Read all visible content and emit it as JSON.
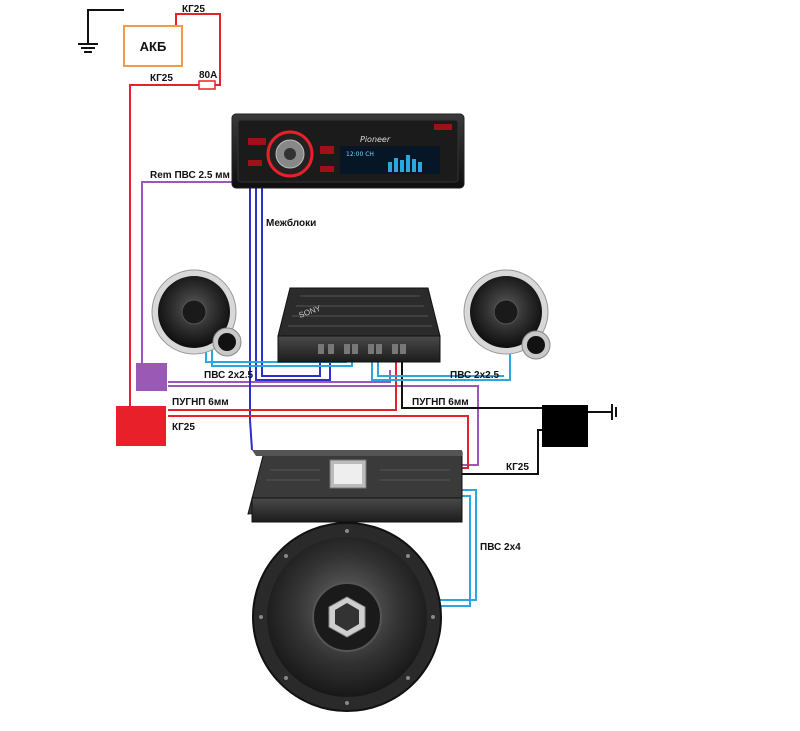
{
  "labels": {
    "battery": "АКБ",
    "kg25_top": "КГ25",
    "kg25_left": "КГ25",
    "fuse": "80А",
    "rem": "Rem ПВС 2.5 мм",
    "interconnects": "Межблоки",
    "pvs_left": "ПВС 2х2.5",
    "pvs_right": "ПВС 2х2.5",
    "pugnp_left": "ПУГНП 6мм",
    "pugnp_right": "ПУГНП 6мм",
    "kg25_block": "КГ25",
    "kg25_ground": "КГ25",
    "pvs_sub": "ПВС 2х4"
  },
  "head_unit": {
    "brand": "Pioneer",
    "display_text": "12:00 CH"
  },
  "amp_4ch": {
    "brand": "SONY"
  },
  "colors": {
    "power_red": "#e8202a",
    "remote_purple": "#9b59b6",
    "signal_blue": "#2e2ec9",
    "speaker_cyan": "#2aa7de",
    "ground_black": "#111111",
    "battery_orange": "#f29a46"
  }
}
